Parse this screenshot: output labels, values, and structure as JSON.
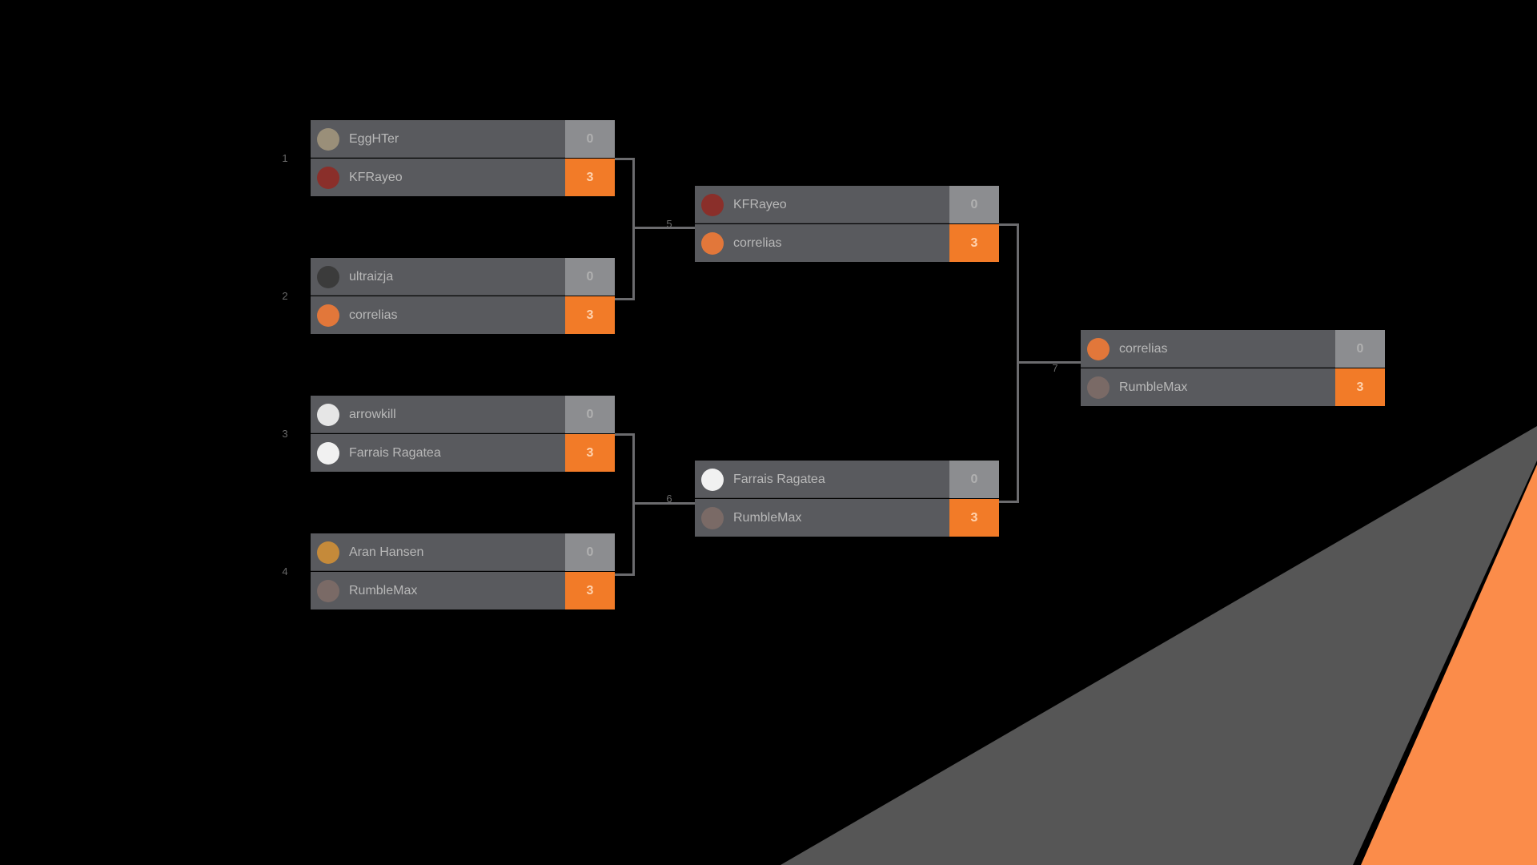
{
  "rounds": [
    {
      "matches": [
        {
          "number": "1",
          "p1": {
            "name": "EggHTer",
            "score": "0",
            "avatar": "#9a8f79"
          },
          "p2": {
            "name": "KFRayeo",
            "score": "3",
            "avatar": "#8a2f2a"
          }
        },
        {
          "number": "2",
          "p1": {
            "name": "ultraizja",
            "score": "0",
            "avatar": "#3b3b3b"
          },
          "p2": {
            "name": "correlias",
            "score": "3",
            "avatar": "#e2773a"
          }
        },
        {
          "number": "3",
          "p1": {
            "name": "arrowkill",
            "score": "0",
            "avatar": "#e6e6e6"
          },
          "p2": {
            "name": "Farrais Ragatea",
            "score": "3",
            "avatar": "#f1f1f1"
          }
        },
        {
          "number": "4",
          "p1": {
            "name": "Aran Hansen",
            "score": "0",
            "avatar": "#c58a3a"
          },
          "p2": {
            "name": "RumbleMax",
            "score": "3",
            "avatar": "#7a6a66"
          }
        }
      ]
    },
    {
      "matches": [
        {
          "number": "5",
          "p1": {
            "name": "KFRayeo",
            "score": "0",
            "avatar": "#8a2f2a"
          },
          "p2": {
            "name": "correlias",
            "score": "3",
            "avatar": "#e2773a"
          }
        },
        {
          "number": "6",
          "p1": {
            "name": "Farrais Ragatea",
            "score": "0",
            "avatar": "#f1f1f1"
          },
          "p2": {
            "name": "RumbleMax",
            "score": "3",
            "avatar": "#7a6a66"
          }
        }
      ]
    },
    {
      "matches": [
        {
          "number": "7",
          "p1": {
            "name": "correlias",
            "score": "0",
            "avatar": "#e2773a"
          },
          "p2": {
            "name": "RumbleMax",
            "score": "3",
            "avatar": "#7a6a66"
          }
        }
      ]
    }
  ],
  "colors": {
    "background": "#000000",
    "slot": "#595a5e",
    "winner_score": "#f27b28",
    "loser_score": "#8c8d90",
    "decor_gray": "#565656",
    "decor_orange": "#fb8c4a"
  }
}
